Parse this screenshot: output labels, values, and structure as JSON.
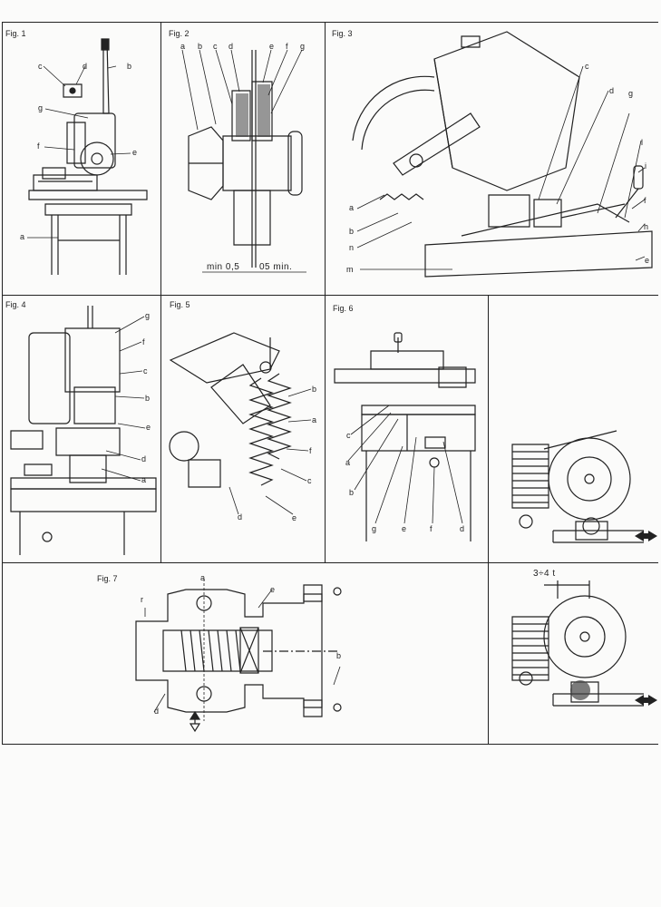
{
  "figures": {
    "fig1": {
      "label": "Fig. 1",
      "callouts": [
        "c",
        "d",
        "b",
        "g",
        "f",
        "e",
        "a"
      ]
    },
    "fig2": {
      "label": "Fig. 2",
      "callouts": [
        "a",
        "b",
        "c",
        "d",
        "e",
        "f",
        "g"
      ],
      "dimension_left": "min 0,5",
      "dimension_right": "05 min."
    },
    "fig3": {
      "label": "Fig. 3",
      "callouts": [
        "c",
        "d",
        "g",
        "l",
        "i",
        "f",
        "h",
        "e",
        "a",
        "b",
        "n",
        "m"
      ]
    },
    "fig4": {
      "label": "Fig. 4",
      "callouts": [
        "g",
        "f",
        "c",
        "b",
        "e",
        "d",
        "a"
      ]
    },
    "fig5": {
      "label": "Fig. 5",
      "callouts": [
        "b",
        "a",
        "f",
        "c",
        "d",
        "e"
      ]
    },
    "fig6": {
      "label": "Fig. 6",
      "callouts": [
        "c",
        "a",
        "b",
        "g",
        "e",
        "f",
        "d"
      ]
    },
    "fig7": {
      "label": "Fig. 7",
      "callouts": [
        "a",
        "e",
        "r",
        "b",
        "d"
      ]
    },
    "fig8": {
      "dimension": "3÷4  t"
    }
  }
}
